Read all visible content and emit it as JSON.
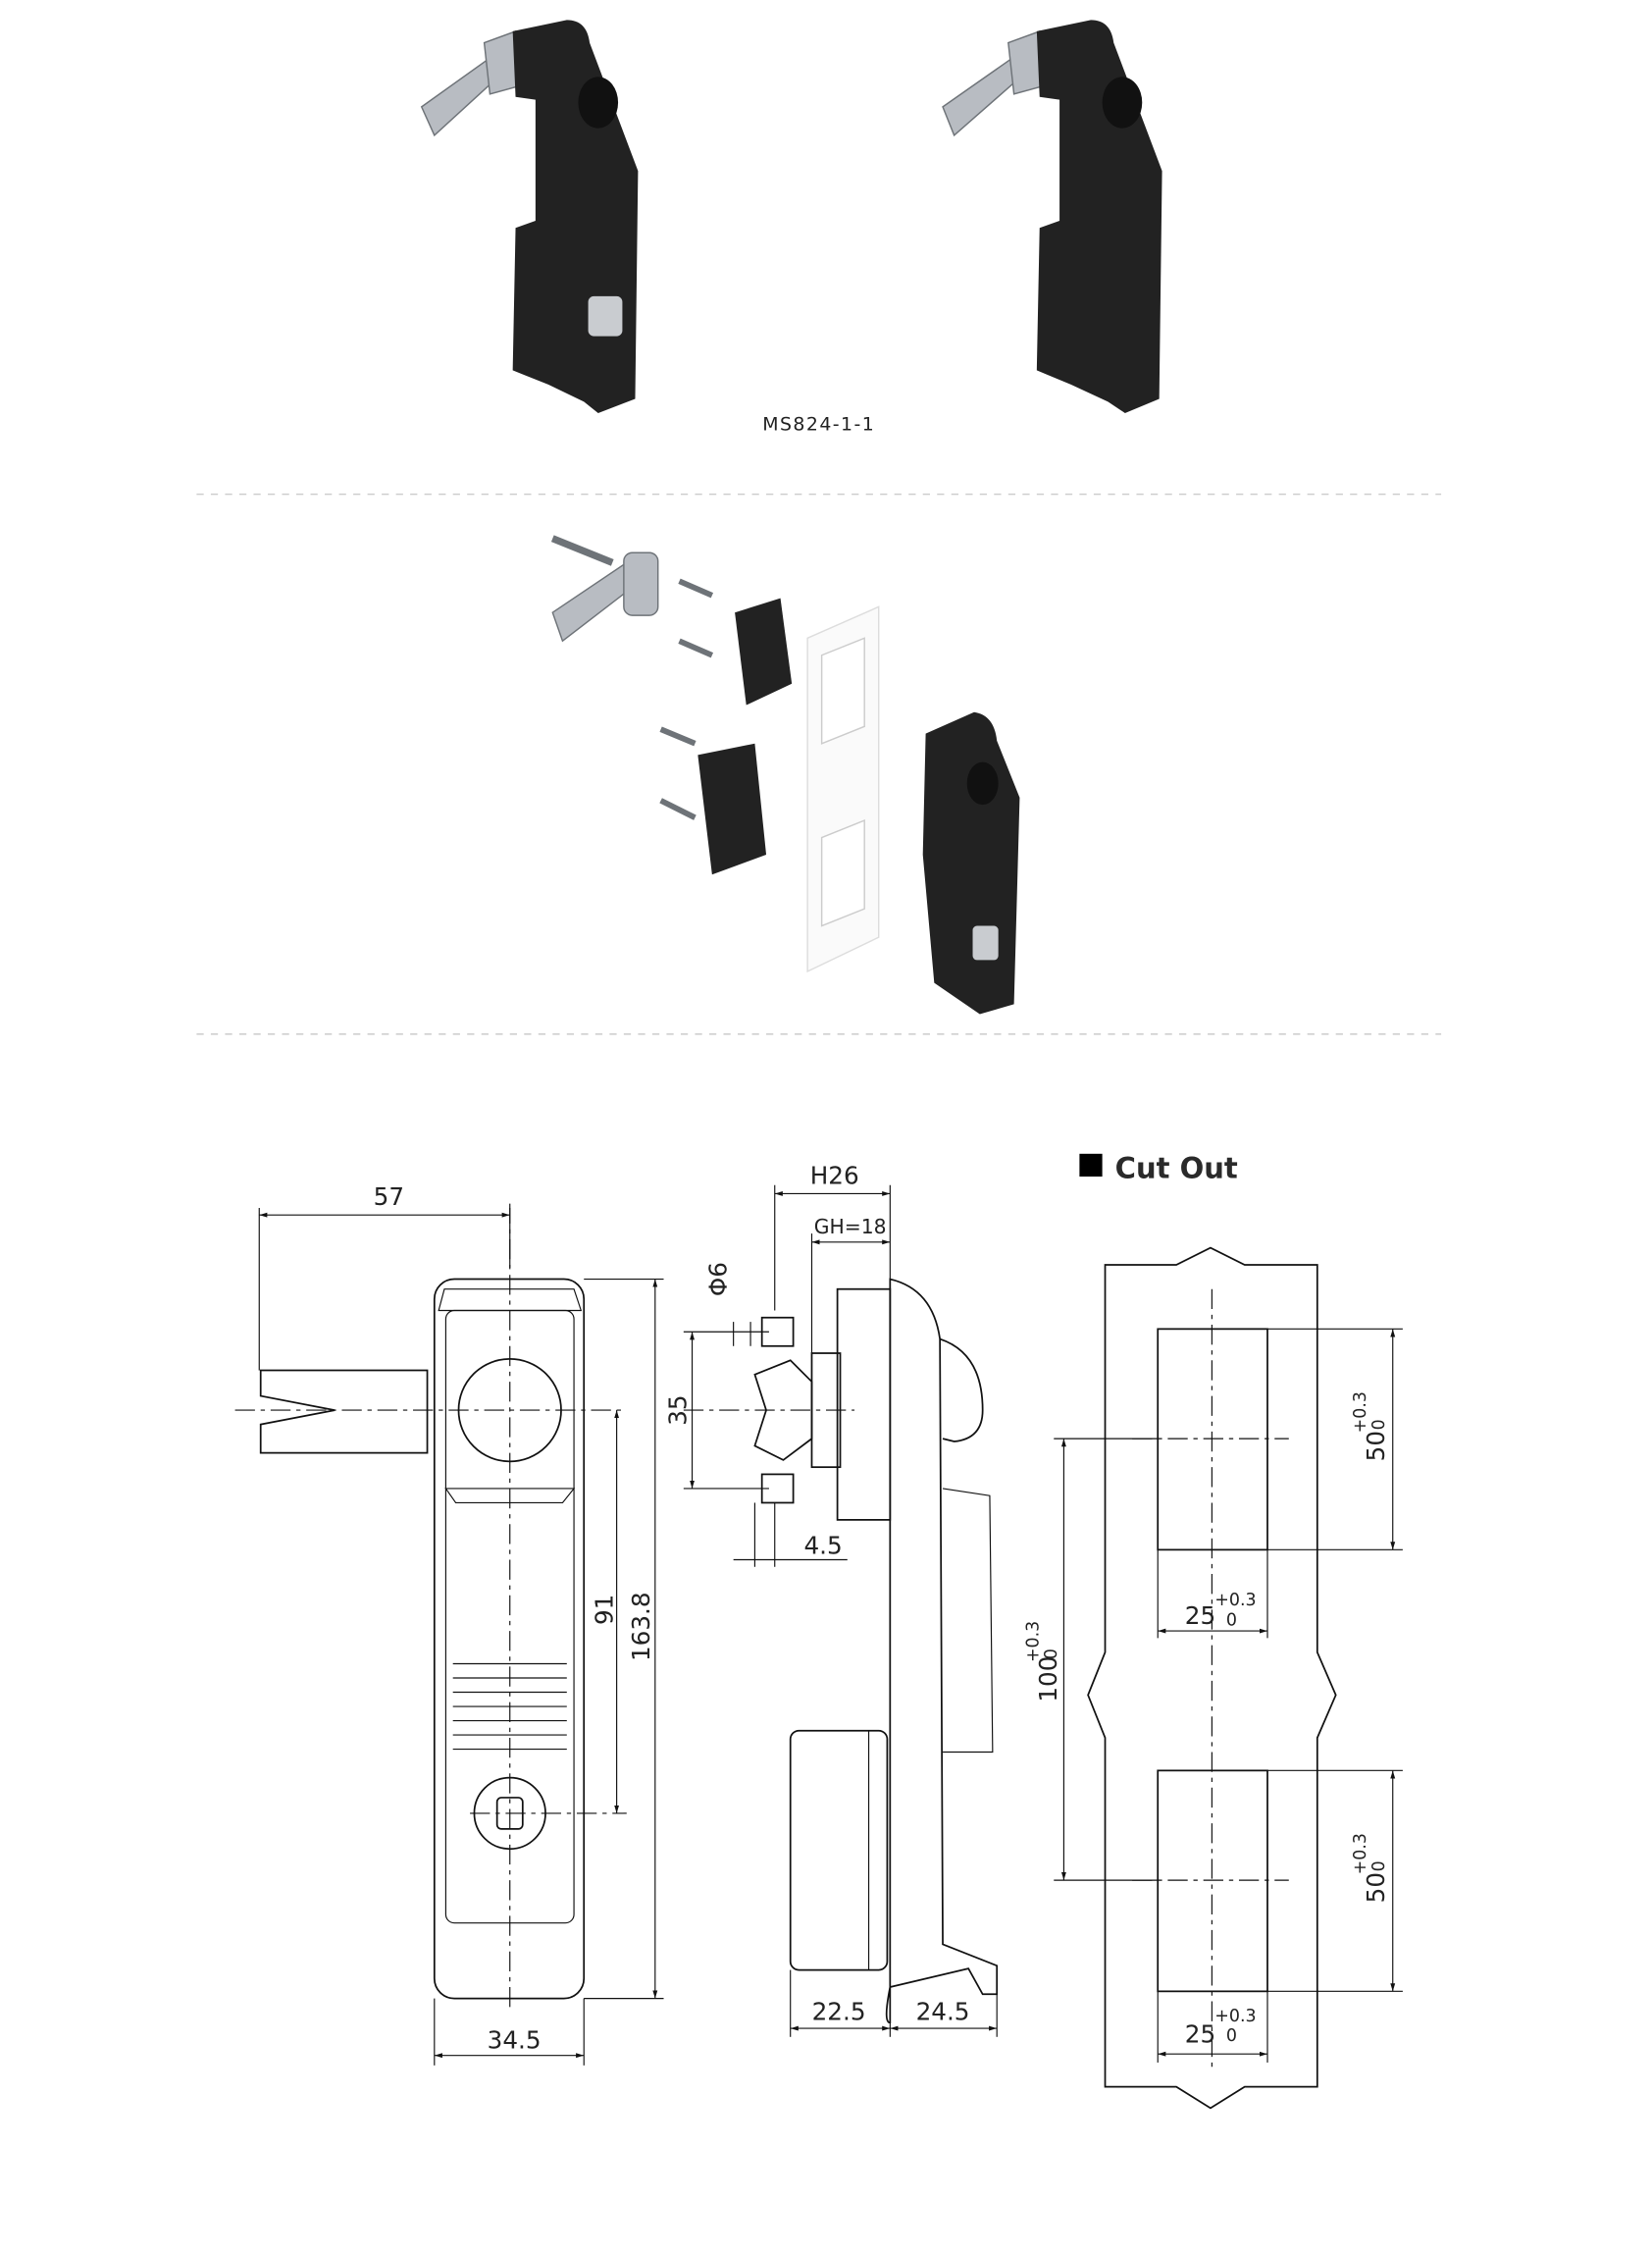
{
  "product": {
    "model_label": "MS824-1-1"
  },
  "cutout": {
    "title": "Cut Out",
    "bullet_icon": "square-bullet-icon",
    "dims": {
      "slot_height": "50",
      "slot_height_tol_upper": "+0.3",
      "slot_height_tol_lower": "0",
      "slot_width": "25",
      "slot_width_tol_upper": "+0.3",
      "slot_width_tol_lower": "0",
      "pitch": "100",
      "pitch_tol_upper": "+0.3",
      "pitch_tol_lower": "0"
    }
  },
  "front_view": {
    "dims": {
      "handle_reach": "57",
      "hole_spacing": "91",
      "overall_height": "163.8",
      "width": "34.5"
    }
  },
  "side_view": {
    "dims": {
      "h": "H26",
      "gh": "GH=18",
      "phi": "Φ6",
      "cam_height": "35",
      "offset": "4.5",
      "depth_rear": "22.5",
      "depth_front": "24.5"
    }
  }
}
